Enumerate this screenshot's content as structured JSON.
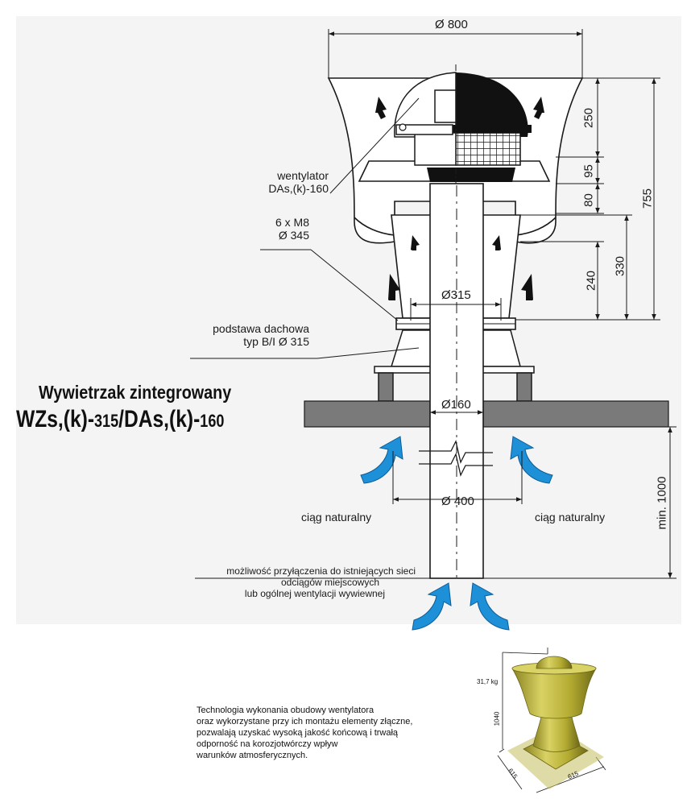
{
  "title": {
    "line1": "Wywietrzak zintegrowany",
    "line2_parts": [
      "WZs,(k)-",
      "315",
      "/DAs,(k)-",
      "160"
    ]
  },
  "dimensions": {
    "top_width": "Ø 800",
    "h_250": "250",
    "h_95": "95",
    "h_80": "80",
    "h_755": "755",
    "h_330": "330",
    "h_240": "240",
    "d_315": "Ø315",
    "d_160": "Ø160",
    "d_400": "Ø 400",
    "min_1000": "min. 1000"
  },
  "labels": {
    "fan_line1": "wentylator",
    "fan_line2": "DAs,(k)-160",
    "bolts_line1": "6 x M8",
    "bolts_line2": "Ø 345",
    "base_line1": "podstawa dachowa",
    "base_line2": "typ B/I  Ø  315",
    "natural_left": "ciąg  naturalny",
    "natural_right": "ciąg  naturalny",
    "connection_line1": "możliwość  przyłączenia  do  istniejących  sieci",
    "connection_line2": "odciągów  miejscowych",
    "connection_line3": "lub  ogólnej  wentylacji  wywiewnej"
  },
  "description": [
    "Technologia wykonania obudowy wentylatora",
    "oraz wykorzystane przy  ich montażu elementy złączne,",
    "pozwalają uzyskać wysoką jakość końcową i trwałą",
    "odporność na korozjotwórczy wpływ",
    "warunków atmosferycznych."
  ],
  "render_3d": {
    "weight": "31,7 kg",
    "height": "1040",
    "depth": "615",
    "width": "615"
  },
  "colors": {
    "line": "#1a1a1a",
    "arrow_blue": "#1e90d8",
    "roof_gray": "#7a7a7a",
    "render_olive": "#b8b033",
    "background_panel": "#f4f4f4"
  }
}
